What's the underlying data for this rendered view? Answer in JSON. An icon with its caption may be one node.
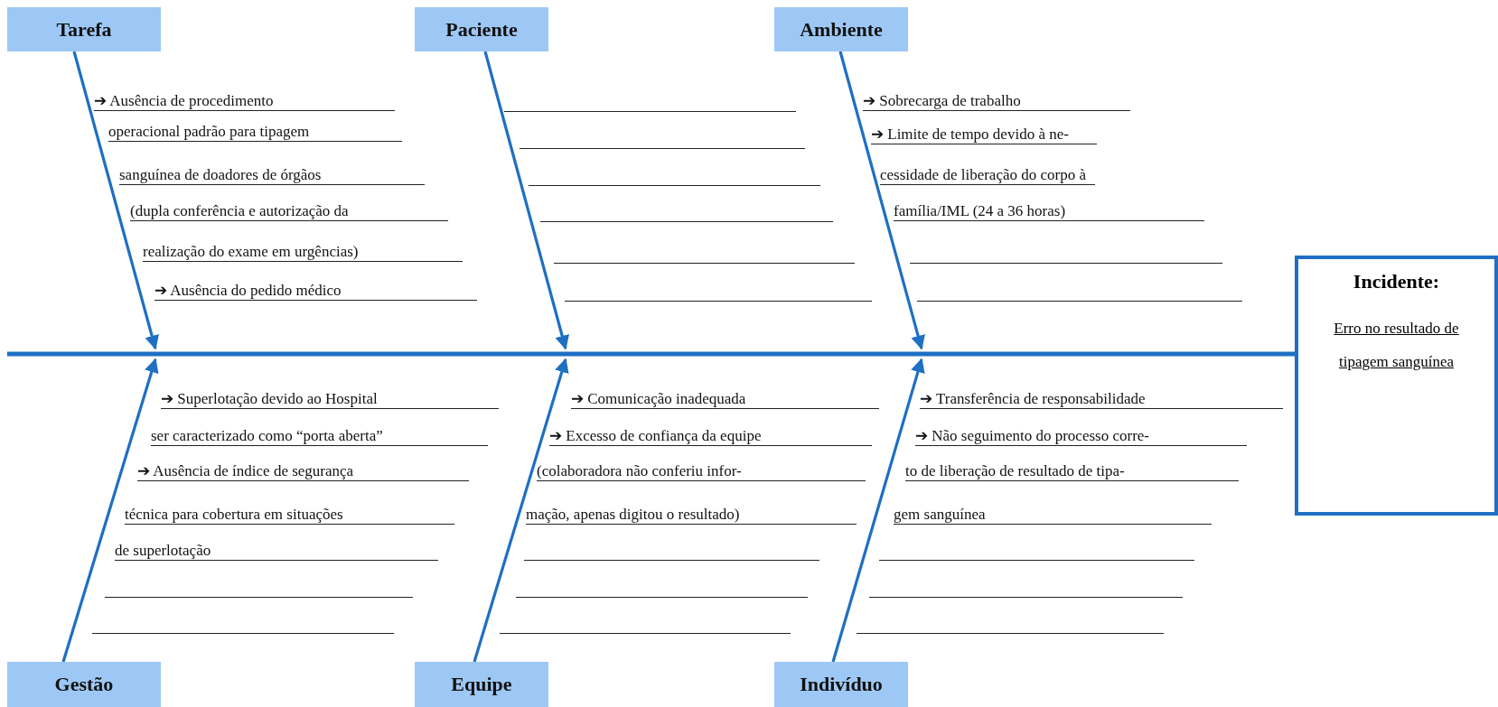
{
  "diagram": {
    "nodes": [
      {
        "text": [
          "Tarefa"
        ]
      },
      {
        "text": [
          "Paciente"
        ]
      },
      {
        "text": [
          "Ambiente"
        ]
      },
      {
        "text": [
          "Gestão"
        ]
      },
      {
        "text": [
          "Equipe"
        ]
      },
      {
        "text": [
          "Indivíduo"
        ]
      },
      {
        "text": [
          "Incidente:",
          "Erro no resultado de tipagem sanguínea"
        ]
      }
    ],
    "edges": [
      {
        "from": 0,
        "to": null,
        "arrow": "to"
      },
      {
        "from": 1,
        "to": null,
        "arrow": "to"
      },
      {
        "from": 2,
        "to": null,
        "arrow": "to"
      },
      {
        "from": 3,
        "to": null,
        "arrow": "to"
      },
      {
        "from": 4,
        "to": null,
        "arrow": "to"
      },
      {
        "from": 5,
        "to": null,
        "arrow": "to"
      },
      {
        "from": null,
        "to": 6,
        "arrow": "none"
      }
    ],
    "labels": [
      "➔ Ausência de procedimento",
      "operacional padrão para tipagem",
      "sanguínea de doadores de órgãos",
      "(dupla conferência e autorização da",
      "realização do exame em urgências)",
      "➔ Ausência do pedido médico",
      "➔ Sobrecarga de trabalho",
      "➔ Limite de tempo devido à ne-",
      "cessidade de liberação do corpo à",
      "família/IML (24 a 36 horas)",
      "➔ Superlotação devido ao Hospital",
      "ser caracterizado como “porta aberta”",
      "➔ Ausência de índice de segurança",
      "técnica para cobertura em situações",
      "de superlotação",
      "➔ Comunicação inadequada",
      "➔ Excesso de confiança da equipe",
      "(colaboradora não conferiu infor-",
      "mação, apenas digitou o resultado)",
      "➔ Transferência de responsabilidade",
      "➔ Não seguimento do processo corre-",
      "to de liberação de resultado de tipa-",
      "gem sanguínea"
    ]
  }
}
